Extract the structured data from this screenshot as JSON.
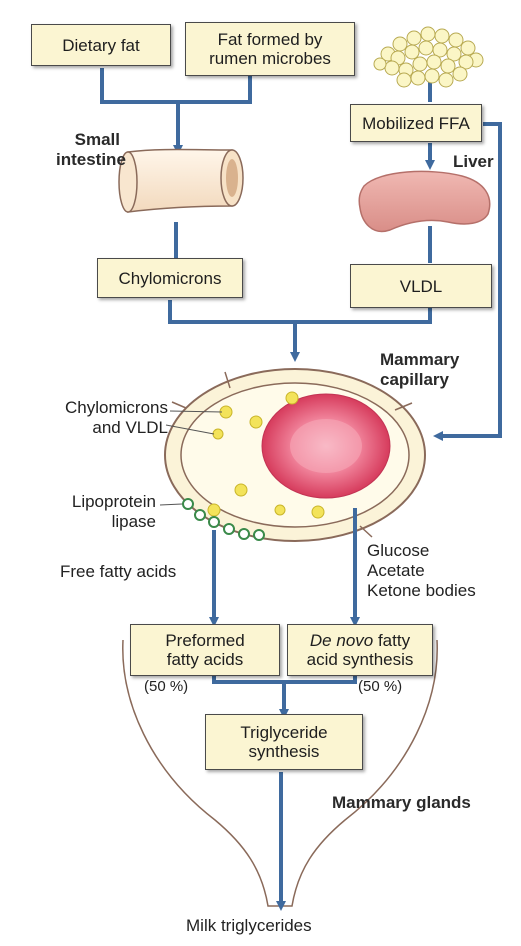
{
  "boxes": {
    "dietary_fat": "Dietary fat",
    "rumen_fat": "Fat formed by\nrumen microbes",
    "mobilized_ffa": "Mobilized FFA",
    "chylomicrons": "Chylomicrons",
    "vldl": "VLDL",
    "preformed": "Preformed\nfatty acids",
    "de_novo_italic": "De novo",
    "de_novo_rest": " fatty",
    "de_novo_line2": "acid synthesis",
    "triglyceride": "Triglyceride\nsynthesis"
  },
  "labels": {
    "small_intestine": "Small\nintestine",
    "liver": "Liver",
    "mammary_capillary": "Mammary\ncapillary",
    "chylo_vldl": "Chylomicrons\nand VLDL",
    "lipoprotein_lipase": "Lipoprotein\nlipase",
    "free_fatty_acids": "Free fatty acids",
    "glucose_group": "Glucose\nAcetate\nKetone bodies",
    "pct_left": "(50 %)",
    "pct_right": "(50 %)",
    "mammary_glands": "Mammary glands",
    "milk_triglycerides": "Milk triglycerides"
  },
  "colors": {
    "arrow": "#3f6a9e",
    "box_fill": "#fbf5d2",
    "liver": "#e8a4a0",
    "rbc": "#e24a66",
    "droplet": "#f3e35a",
    "capillary_fill": "#fbf3d8"
  }
}
